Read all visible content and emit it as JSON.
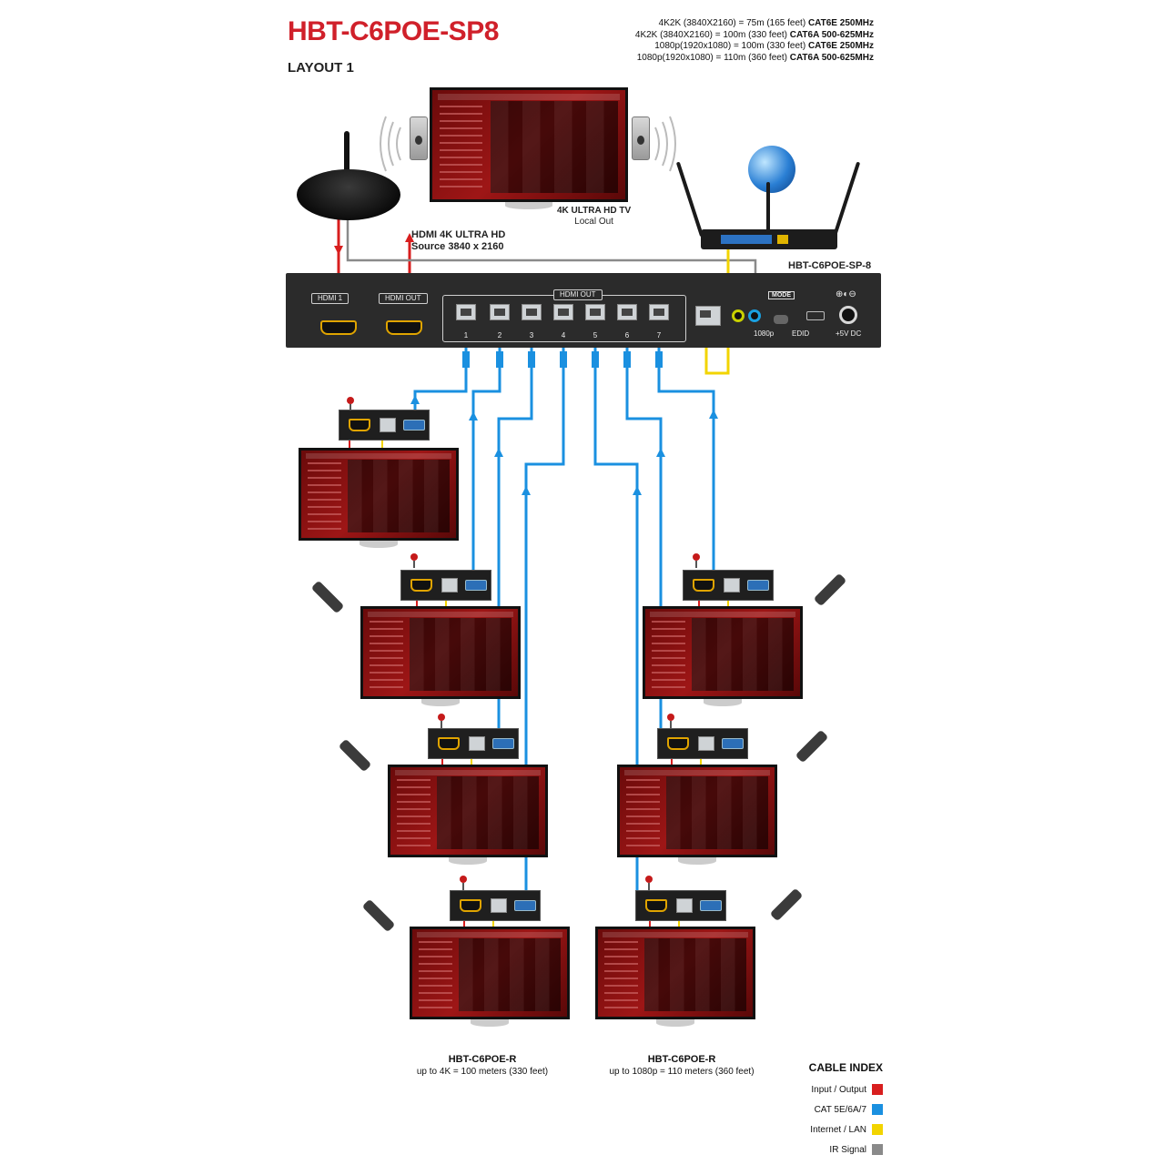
{
  "title": "HBT-C6POE-SP8",
  "layout_label": "LAYOUT 1",
  "specs": [
    {
      "text": "4K2K (3840X2160) = 75m (165 feet)",
      "bold": "CAT6E 250MHz"
    },
    {
      "text": "4K2K (3840X2160) = 100m (330 feet)",
      "bold": "CAT6A 500-625MHz"
    },
    {
      "text": "1080p(1920x1080) = 100m (330 feet)",
      "bold": "CAT6E 250MHz"
    },
    {
      "text": "1080p(1920x1080) = 110m (360 feet)",
      "bold": "CAT6A 500-625MHz"
    }
  ],
  "source_label": {
    "line1": "HDMI 4K ULTRA HD",
    "line2": "Source 3840 x 2160"
  },
  "local_tv_label": {
    "line1": "4K ULTRA HD TV",
    "line2": "Local Out"
  },
  "device_label": "HBT-C6POE-SP-8",
  "panel": {
    "hdmi_in": "HDMI 1",
    "hdmi_local_out": "HDMI OUT",
    "hdmi_out_group": "HDMI OUT",
    "ports": [
      "1",
      "2",
      "3",
      "4",
      "5",
      "6",
      "7"
    ],
    "mode": "MODE",
    "label_1080p": "1080p",
    "label_edid": "EDID",
    "label_power": "+5V DC"
  },
  "receivers": [
    {
      "name": "HBT-C6POE-R",
      "note": "up to 4K = 100 meters (330 feet)"
    },
    {
      "name": "HBT-C6POE-R",
      "note": "up to 1080p = 110 meters (360 feet)"
    }
  ],
  "cable_index": {
    "title": "CABLE INDEX",
    "items": [
      {
        "label": "Input / Output",
        "color": "#d81e1e"
      },
      {
        "label": "CAT 5E/6A/7",
        "color": "#1a90e0"
      },
      {
        "label": "Internet / LAN",
        "color": "#f2d400"
      },
      {
        "label": "IR Signal",
        "color": "#8a8a8a"
      }
    ]
  }
}
